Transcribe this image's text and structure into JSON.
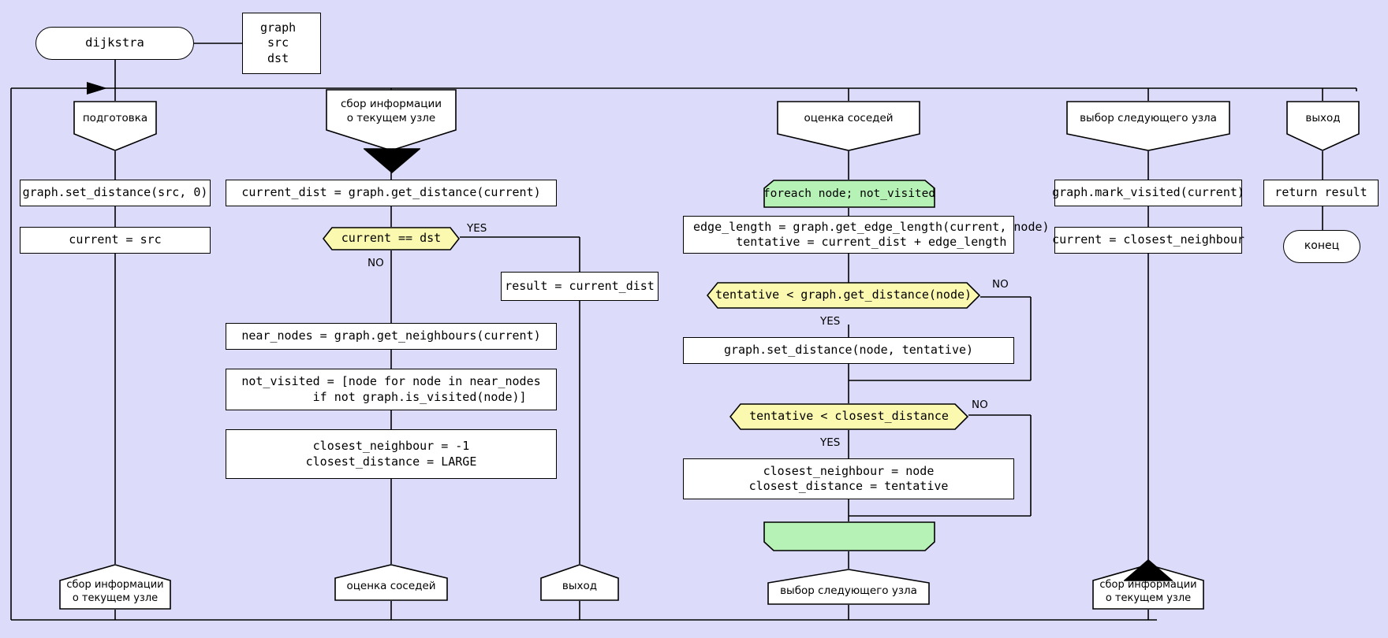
{
  "diagram": {
    "title": "dijkstra",
    "background_color": "#dcdcfa",
    "node_fill": "#ffffff",
    "condition_fill": "#fbf8b0",
    "loop_fill": "#b6f2b6",
    "stroke": "#000000"
  },
  "start": {
    "label": "dijkstra",
    "params": "graph\nsrc\ndst"
  },
  "lanes": [
    {
      "id": "podgotovka",
      "label": "подготовка"
    },
    {
      "id": "sbor",
      "label": "сбор информации\nо текущем узле"
    },
    {
      "id": "ocenka",
      "label": "оценка соседей"
    },
    {
      "id": "vybor",
      "label": "выбор следующего узла"
    },
    {
      "id": "vyhod",
      "label": "выход"
    }
  ],
  "lane_podgotovka": {
    "steps": [
      "graph.set_distance(src, 0)",
      "current = src"
    ],
    "goto": "сбор информации\nо текущем узле"
  },
  "lane_sbor": {
    "step1": "current_dist = graph.get_distance(current)",
    "condition": "current == dst",
    "yes_label": "YES",
    "no_label": "NO",
    "yes_step": "result = current_dist",
    "yes_goto": "выход",
    "steps": [
      "near_nodes = graph.get_neighbours(current)",
      "not_visited = [node for node in near_nodes\n        if not graph.is_visited(node)]",
      "closest_neighbour = -1\nclosest_distance = LARGE"
    ],
    "goto": "оценка соседей"
  },
  "lane_ocenka": {
    "foreach": "foreach node; not_visited",
    "step1": "edge_length = graph.get_edge_length(current, node)\ntentative = current_dist + edge_length",
    "cond1": "tentative < graph.get_distance(node)",
    "cond1_yes": "YES",
    "cond1_no": "NO",
    "step2": "graph.set_distance(node, tentative)",
    "cond2": "tentative < closest_distance",
    "cond2_yes": "YES",
    "cond2_no": "NO",
    "step3": "closest_neighbour = node\nclosest_distance = tentative",
    "endforeach": "",
    "goto": "выбор следующего узла"
  },
  "lane_vybor": {
    "steps": [
      "graph.mark_visited(current)",
      "current = closest_neighbour"
    ],
    "goto": "сбор информации\nо текущем узле"
  },
  "lane_vyhod": {
    "steps": [
      "return result"
    ],
    "end": "конец"
  }
}
